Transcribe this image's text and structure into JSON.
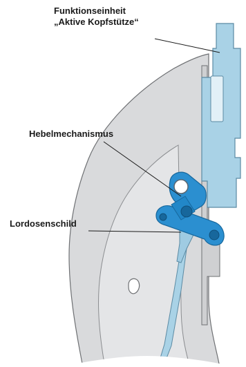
{
  "labels": {
    "headrest_unit_line1": "Funktionseinheit",
    "headrest_unit_line2": "„Aktive Kopfstütze“",
    "lever_mechanism": "Hebelmechanismus",
    "lumbar_shield": "Lordosenschild"
  },
  "colors": {
    "seat_frame_fill": "#d9dadc",
    "seat_frame_outline": "#6e7073",
    "headrest_unit_fill": "#a9d2e6",
    "headrest_unit_outline": "#5b8aa3",
    "mechanism_fill": "#2b8fd0",
    "mechanism_dark": "#17679c",
    "leader_line": "#1a1a1a"
  }
}
